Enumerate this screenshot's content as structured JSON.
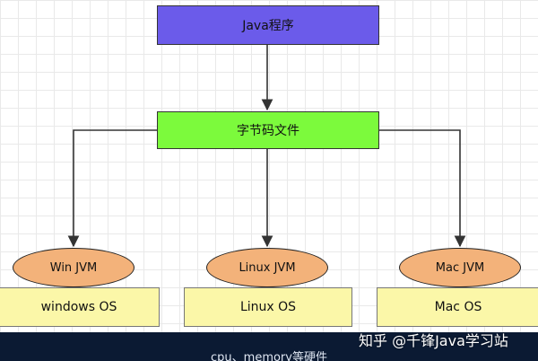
{
  "nodes": {
    "java_program": "Java程序",
    "bytecode_file": "字节码文件",
    "jvms": [
      "Win JVM",
      "Linux JVM",
      "Mac JVM"
    ],
    "os": [
      "windows OS",
      "Linux OS",
      "Mac OS"
    ],
    "hardware": "cpu、memory等硬件"
  },
  "watermark": "知乎 @千锋Java学习站",
  "colors": {
    "java_box": "#6b5bea",
    "bytecode_box": "#7cfa3c",
    "jvm_ellipse": "#f3b27a",
    "os_box": "#fbf7a8",
    "hardware_bar": "#0b1a33"
  }
}
